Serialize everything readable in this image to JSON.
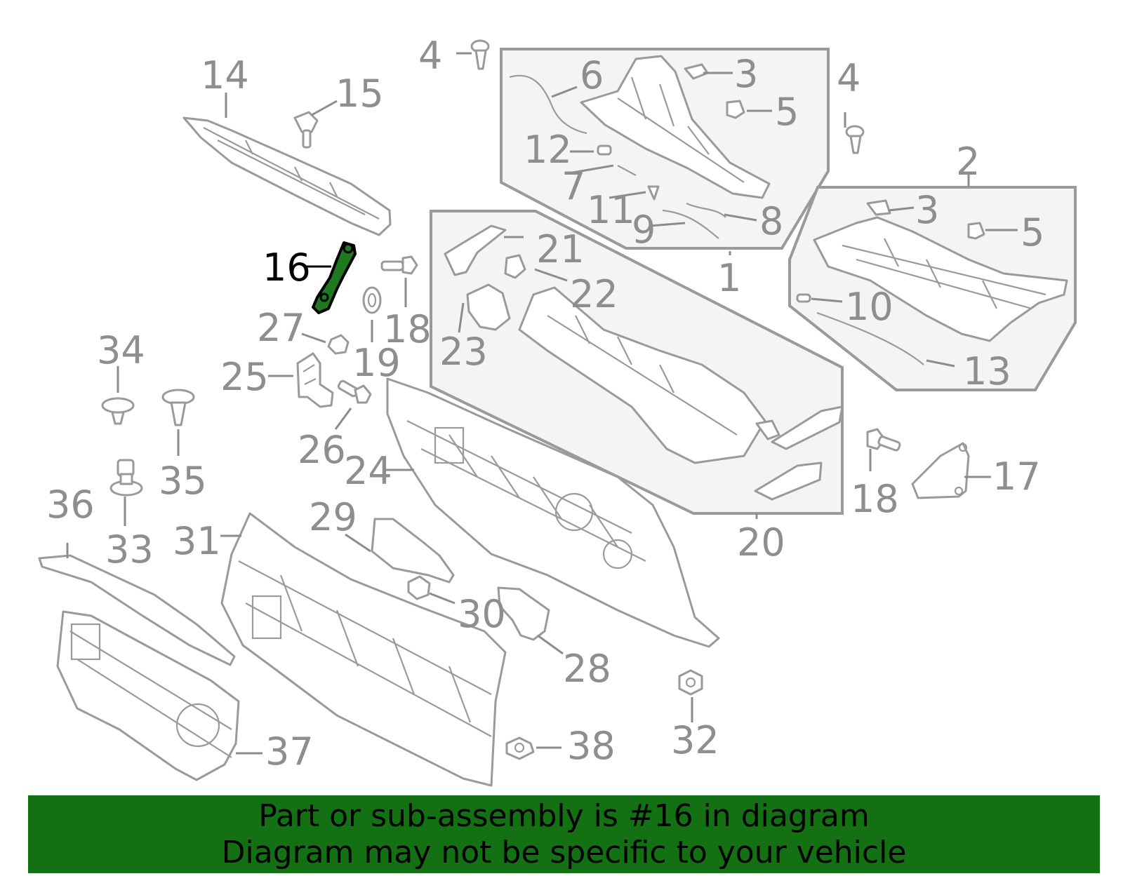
{
  "banner": {
    "line1": "Part or sub-assembly is #16 in diagram",
    "line2": "Diagram may not be specific to your vehicle"
  },
  "highlighted_part": "16",
  "colors": {
    "highlight": "#1f7a1f",
    "banner": "#137013",
    "line": "#9a9a9a"
  },
  "callouts": {
    "c1": "1",
    "c2": "2",
    "c3a": "3",
    "c3b": "3",
    "c4a": "4",
    "c4b": "4",
    "c5a": "5",
    "c5b": "5",
    "c6": "6",
    "c7": "7",
    "c8": "8",
    "c9": "9",
    "c10": "10",
    "c11": "11",
    "c12": "12",
    "c13": "13",
    "c14": "14",
    "c15": "15",
    "c16": "16",
    "c17": "17",
    "c18a": "18",
    "c18b": "18",
    "c19": "19",
    "c20": "20",
    "c21": "21",
    "c22": "22",
    "c23": "23",
    "c24": "24",
    "c25": "25",
    "c26": "26",
    "c27": "27",
    "c28": "28",
    "c29": "29",
    "c30": "30",
    "c31": "31",
    "c32": "32",
    "c33": "33",
    "c34": "34",
    "c35": "35",
    "c36": "36",
    "c37": "37",
    "c38": "38"
  }
}
